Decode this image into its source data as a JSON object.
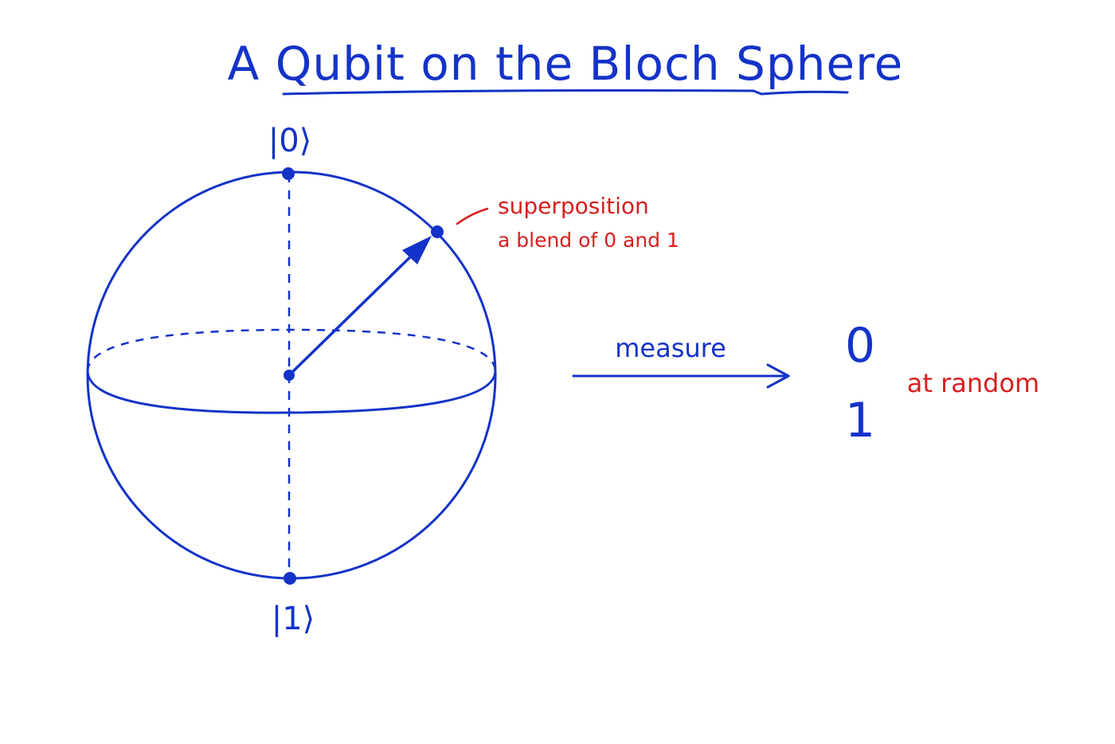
{
  "title": "A Qubit on the Bloch Sphere",
  "poles": {
    "top_label": "|0⟩",
    "bottom_label": "|1⟩"
  },
  "annotation": {
    "line1": "superposition",
    "line2": "a blend of 0 and 1"
  },
  "measure": {
    "label": "measure",
    "outcome_0": "0",
    "outcome_1": "1",
    "note": "at random"
  },
  "colors": {
    "ink": "#1433c8",
    "accent": "#d81e1e",
    "background": "#ffffff"
  }
}
